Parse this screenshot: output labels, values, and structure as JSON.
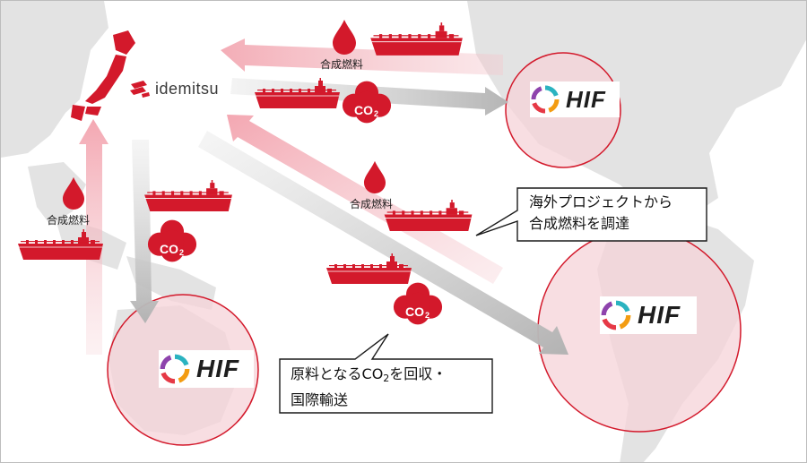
{
  "brand": {
    "name": "idemitsu",
    "color_red": "#d3192b",
    "color_grey_land": "#e3e3e3"
  },
  "labels": {
    "synthetic_fuel": "合成燃料"
  },
  "co2": {
    "main": "CO",
    "subscript": "2"
  },
  "hif": {
    "name": "HIF"
  },
  "callouts": {
    "procure": {
      "line1": "海外プロジェクトから",
      "line2": "合成燃料を調達"
    },
    "collect": {
      "line1_pre": "原料となるCO",
      "line1_sub": "2",
      "line1_post": "を回収・",
      "line2": "国際輸送"
    }
  },
  "icons": [
    "fuel-drop-icon",
    "tanker-ship-icon",
    "co2-cloud-icon",
    "hif-logo-icon",
    "idemitsu-logo-icon"
  ]
}
